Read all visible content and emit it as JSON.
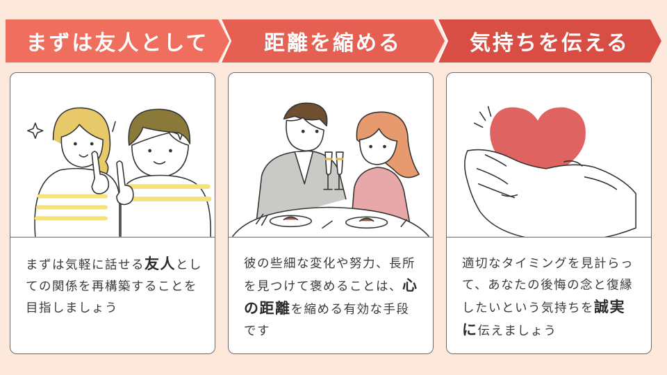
{
  "steps": [
    {
      "label": "まずは友人として",
      "color": "#f06e5e"
    },
    {
      "label": "距離を縮める",
      "color": "#e55f52"
    },
    {
      "label": "気持ちを伝える",
      "color": "#d84e45"
    }
  ],
  "cards": [
    {
      "illustration": "friends-couple-illustration",
      "text_before": "まずは気軽に話せる",
      "highlight": "友人",
      "text_after": "としての関係を再構築することを目指しましょう"
    },
    {
      "illustration": "dinner-toast-illustration",
      "text_before": "彼の些細な変化や努力、長所を見つけて褒めることは、",
      "highlight": "心の距離",
      "text_after": "を縮める有効な手段です"
    },
    {
      "illustration": "heart-in-hands-illustration",
      "text_before": "適切なタイミングを見計らって、あなたの後悔の念と復縁したいという気持ちを",
      "highlight": "誠実に",
      "text_after": "伝えましょう"
    }
  ]
}
